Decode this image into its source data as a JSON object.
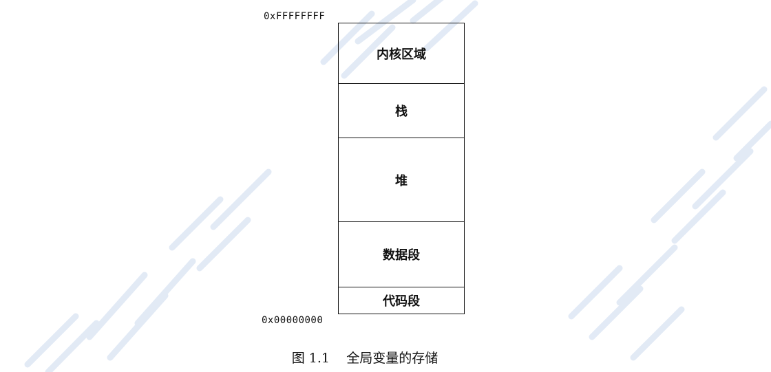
{
  "diagram": {
    "top_address": "0xFFFFFFFF",
    "bottom_address": "0x00000000",
    "segments": [
      {
        "label": "内核区域"
      },
      {
        "label": "栈"
      },
      {
        "label": "堆"
      },
      {
        "label": "数据段"
      },
      {
        "label": "代码段"
      }
    ],
    "caption_number": "图 1.1",
    "caption_title": "全局变量的存储"
  },
  "colors": {
    "line": "#111111",
    "background": "#ffffff",
    "watermark": "#dfe8f5"
  }
}
